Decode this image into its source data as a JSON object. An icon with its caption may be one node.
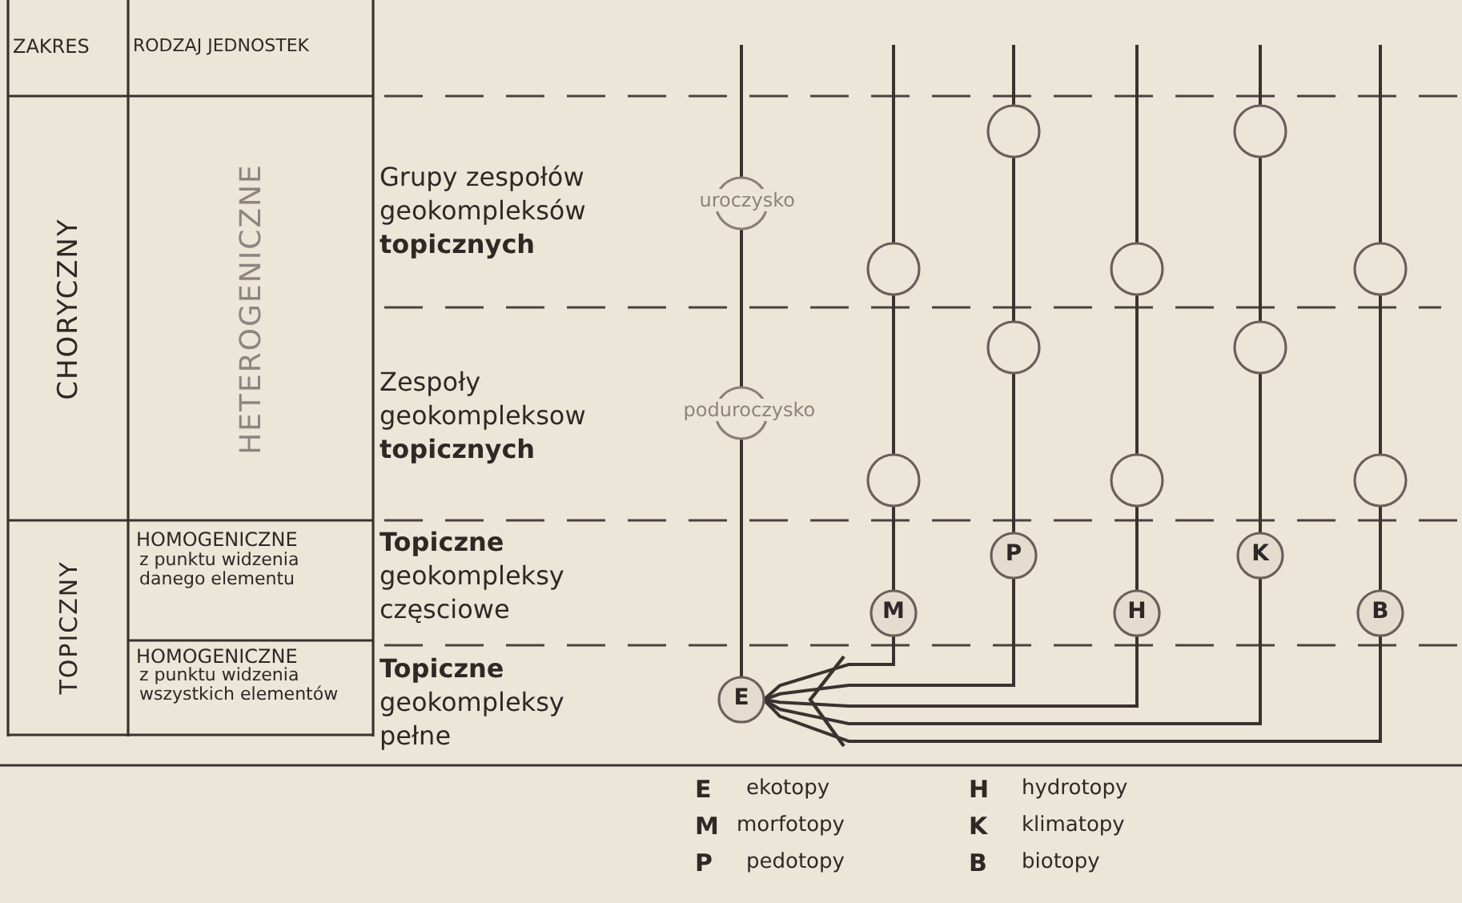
{
  "diagram": {
    "nodes": [
      {
        "text": [
          "uroczysko"
        ]
      },
      {
        "text": [
          "poduroczysko"
        ]
      },
      {
        "text": [
          "E"
        ]
      },
      {
        "text": [],
        "shape": "circle"
      },
      {
        "text": [],
        "shape": "circle"
      },
      {
        "text": [
          "M"
        ]
      },
      {
        "text": [],
        "shape": "circle"
      },
      {
        "text": [],
        "shape": "circle"
      },
      {
        "text": [
          "P"
        ]
      },
      {
        "text": [],
        "shape": "circle"
      },
      {
        "text": [],
        "shape": "circle"
      },
      {
        "text": [
          "H"
        ]
      },
      {
        "text": [],
        "shape": "circle"
      },
      {
        "text": [],
        "shape": "circle"
      },
      {
        "text": [
          "K"
        ]
      },
      {
        "text": [],
        "shape": "circle"
      },
      {
        "text": [],
        "shape": "circle"
      },
      {
        "text": [
          "B"
        ]
      }
    ],
    "edges": [
      {
        "from": null,
        "to": 0,
        "arrow": "none"
      },
      {
        "from": 0,
        "to": 1,
        "arrow": "none"
      },
      {
        "from": 1,
        "to": 2,
        "arrow": "none"
      },
      {
        "from": null,
        "to": 3,
        "arrow": "none"
      },
      {
        "from": 3,
        "to": 4,
        "arrow": "none"
      },
      {
        "from": 4,
        "to": 5,
        "arrow": "none"
      },
      {
        "from": null,
        "to": 6,
        "arrow": "none"
      },
      {
        "from": 6,
        "to": 7,
        "arrow": "none"
      },
      {
        "from": 7,
        "to": 8,
        "arrow": "none"
      },
      {
        "from": null,
        "to": 9,
        "arrow": "none"
      },
      {
        "from": 9,
        "to": 10,
        "arrow": "none"
      },
      {
        "from": 10,
        "to": 11,
        "arrow": "none"
      },
      {
        "from": null,
        "to": 12,
        "arrow": "none"
      },
      {
        "from": 12,
        "to": 13,
        "arrow": "none"
      },
      {
        "from": 13,
        "to": 14,
        "arrow": "none"
      },
      {
        "from": null,
        "to": 15,
        "arrow": "none"
      },
      {
        "from": 15,
        "to": 16,
        "arrow": "none"
      },
      {
        "from": 16,
        "to": 17,
        "arrow": "none"
      },
      {
        "from": 5,
        "to": 2,
        "arrow": "none"
      },
      {
        "from": 8,
        "to": 2,
        "arrow": "none"
      },
      {
        "from": 11,
        "to": 2,
        "arrow": "none"
      },
      {
        "from": 14,
        "to": 2,
        "arrow": "none"
      },
      {
        "from": 17,
        "to": 2,
        "arrow": "none"
      }
    ],
    "labels": [
      "ZAKRES",
      "RODZAJ JEDNOSTEK",
      "CHORYCZNY",
      "HETEROGENICZNE",
      "Grupy zespołów geokompleksów **topicznych**",
      "Zespoły geokompleksow **topicznych**",
      "TOPICZNY",
      "HOMOGENICZNE",
      "z punktu widzenia danego elementu",
      "**Topiczne** geokompleksy częsciowe",
      "HOMOGENICZNE",
      "z punktu widzenia wszystkich elementów",
      "**Topiczne** geokompleksy pełne",
      "E",
      "ekotopy",
      "H",
      "hydrotopy",
      "M",
      "morfotopy",
      "K",
      "klimatopy",
      "P",
      "pedotopy",
      "B",
      "biotopy"
    ]
  }
}
